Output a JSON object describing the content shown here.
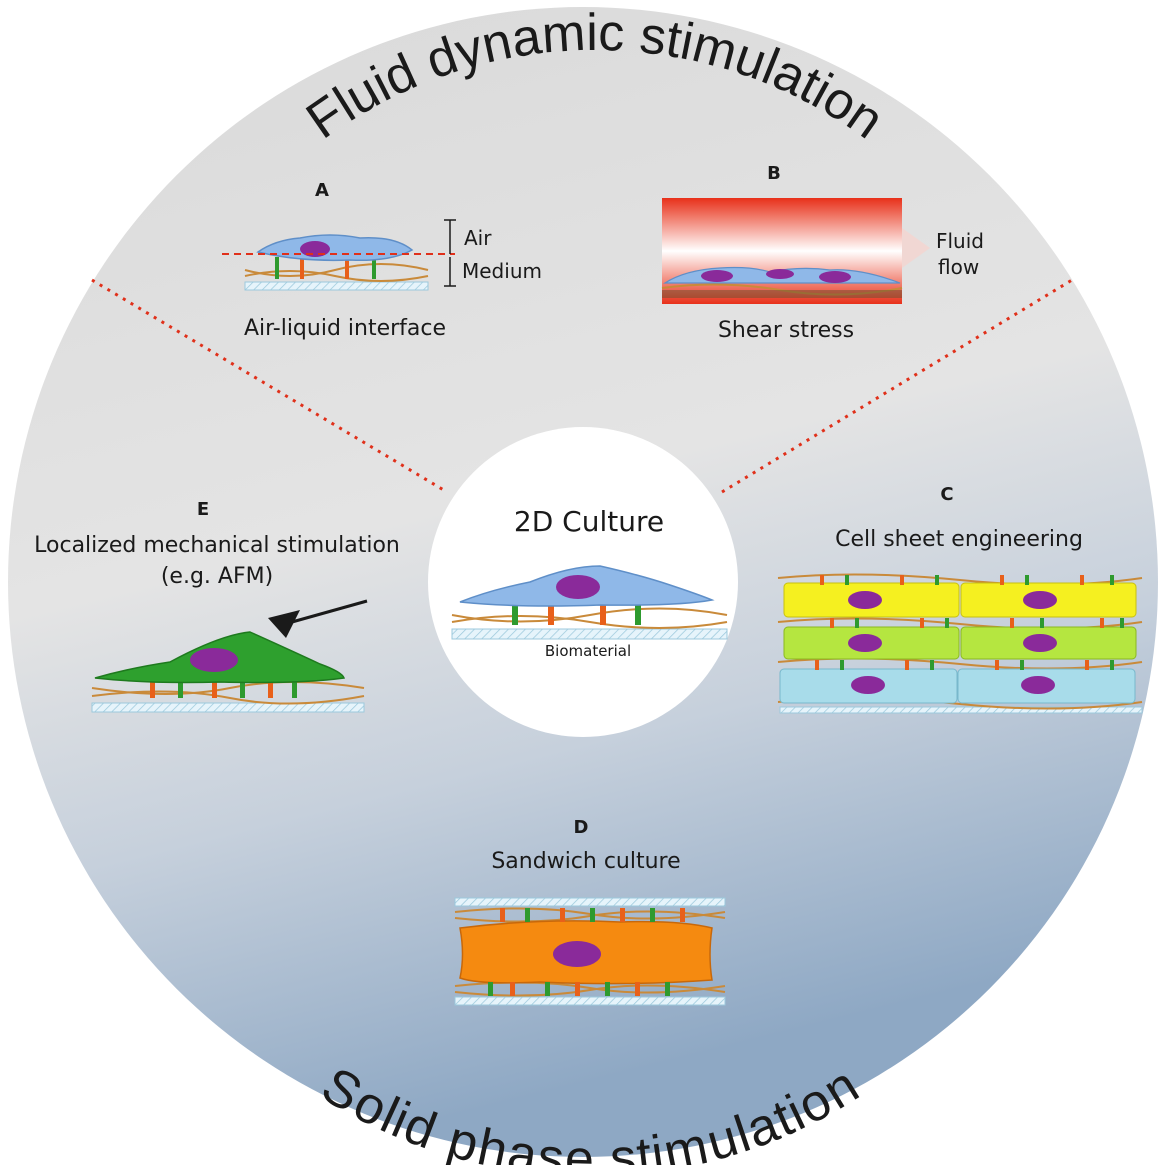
{
  "diagram": {
    "arc_top": "Fluid dynamic stimulation",
    "arc_bottom": "Solid phase stimulation",
    "center": {
      "title": "2D Culture",
      "substrate_label": "Biomaterial"
    },
    "panels": {
      "a": {
        "letter": "A",
        "caption": "Air-liquid interface",
        "air": "Air",
        "medium": "Medium"
      },
      "b": {
        "letter": "B",
        "caption": "Shear stress",
        "flow_line1": "Fluid",
        "flow_line2": "flow"
      },
      "c": {
        "letter": "C",
        "caption": "Cell sheet engineering"
      },
      "d": {
        "letter": "D",
        "caption": "Sandwich culture"
      },
      "e": {
        "letter": "E",
        "caption_line1": "Localized mechanical stimulation",
        "caption_line2": "(e.g. AFM)"
      }
    }
  },
  "colors": {
    "cell_blue": "#8fb8e8",
    "cell_green": "#2ea02e",
    "cell_yellow": "#f5f020",
    "cell_lime": "#b5e640",
    "cell_lightblue": "#a8dcea",
    "cell_orange": "#f58a10",
    "nucleus": "#8a2a9a",
    "fiber": "#c98a3a",
    "integrin_green": "#2e9a2e",
    "integrin_orange": "#e8601a",
    "divider": "#e0301a",
    "substrate": "#d6eef8",
    "flow_red": "#e8301a"
  }
}
